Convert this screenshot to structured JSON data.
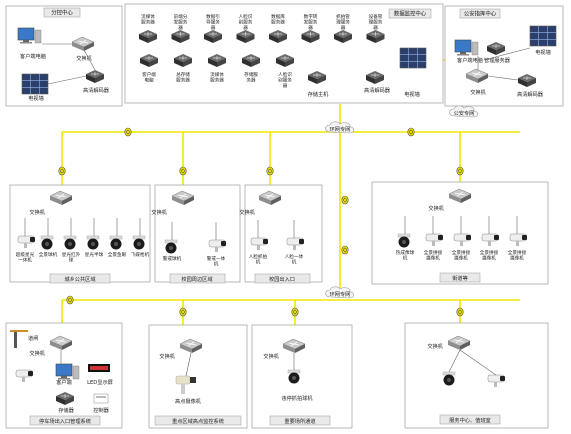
{
  "branch_center": {
    "title": "分控中心",
    "switch": "交换机",
    "client": "客户端电脑",
    "video_wall": "电视墙",
    "decoder": "高清解码器"
  },
  "data_center": {
    "title": "数据监控中心",
    "servers_top": [
      "流媒体服务器",
      "前端分发服务器",
      "数据引导服务器",
      "人脸识别服务器",
      "数据库服务器",
      "数字转发服务器",
      "抓拍管理服务器",
      "设备管理服务器"
    ],
    "servers_bottom": [
      "客户端电脑",
      "总存储服务器",
      "流媒体服务器",
      "存储服务器",
      "人脸识别服务器"
    ],
    "storage": "存储主机",
    "decoder": "高清解码器",
    "video_wall": "电视墙"
  },
  "police_center": {
    "title": "公安指挥中心",
    "client": "客户端电脑",
    "management": "管理服务器",
    "video_wall": "电视墙",
    "switch": "交换机",
    "decoder": "高清解码器"
  },
  "public_network": "公安专网",
  "ring_network_top": "环网专网",
  "ring_network_bottom": "环网专网",
  "sites_top": [
    {
      "name": "城乡公共区域",
      "switch": "交换机",
      "cameras": [
        "超级星光一体机",
        "全景球机",
        "星光红外球",
        "星光半球",
        "全景鱼眼",
        "飞碟枪机"
      ]
    },
    {
      "name": "校园周边区域",
      "switch": "交换机",
      "cameras": [
        "警戒球机",
        "警戒一体机"
      ]
    },
    {
      "name": "校园出入口",
      "switch": "交换机",
      "cameras": [
        "人脸抓拍机",
        "人脸一体机"
      ]
    },
    {
      "name": "街道等",
      "switch": "交换机",
      "cameras": [
        "热成像球机",
        "全景拼接摄像机",
        "全景拼接摄像机",
        "全景拼接摄像机",
        "全景拼接摄像机"
      ]
    }
  ],
  "sites_bottom": [
    {
      "name": "停车场出入口管理系统",
      "switch": "交换机",
      "items": [
        "道闸",
        "客户端",
        "LED显示屏",
        "存储器",
        "控制器"
      ]
    },
    {
      "name": "重点区域高点监控系统",
      "switch": "交换机",
      "items": [
        "高点摄像机"
      ]
    },
    {
      "name": "重要场所通道",
      "switch": "交换机",
      "items": [
        "违停抓拍球机"
      ]
    },
    {
      "name": "服务中心、值班室",
      "switch": "交换机",
      "items": []
    }
  ]
}
